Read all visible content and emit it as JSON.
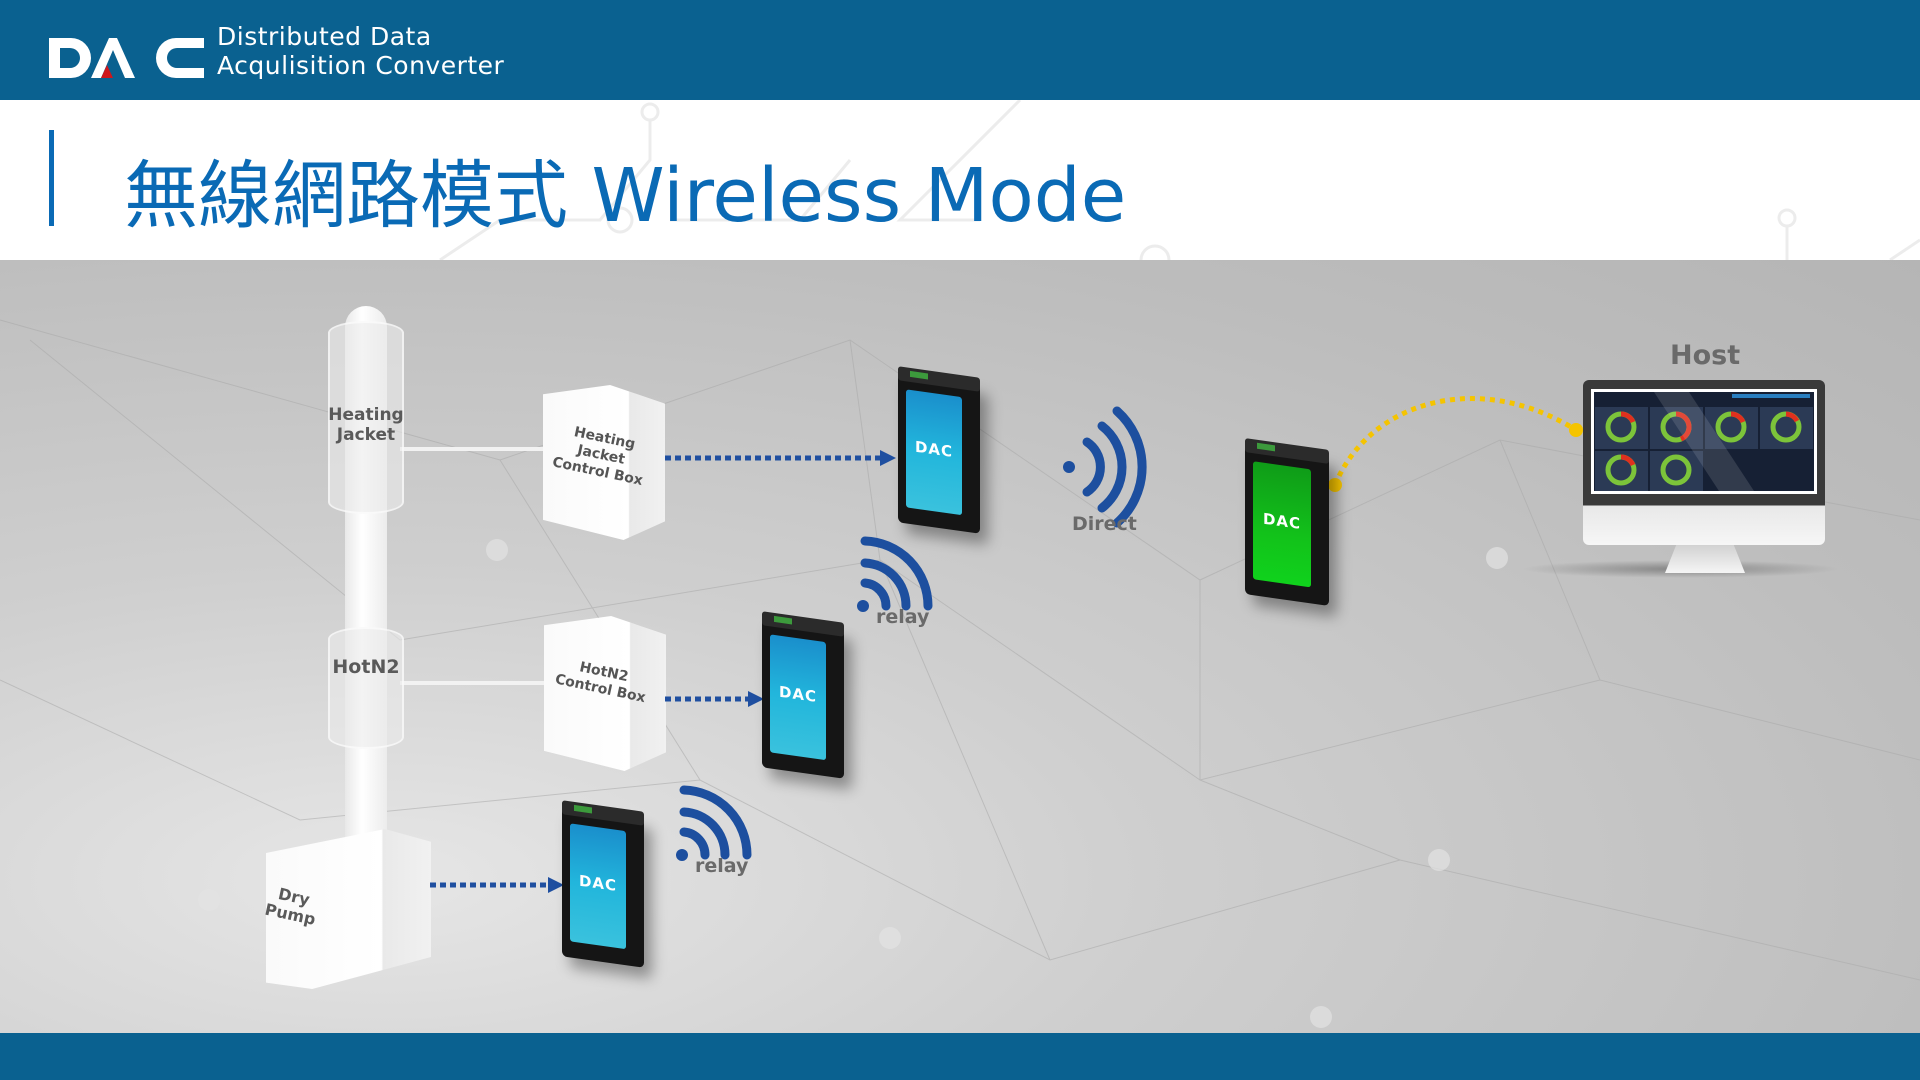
{
  "header": {
    "logo_text": "DAC",
    "subtitle_line1": "Distributed Data",
    "subtitle_line2": "Acqulisition Converter"
  },
  "title": "無線網路模式 Wireless Mode",
  "diagram": {
    "pipe_labels": {
      "heating_jacket": "Heating Jacket",
      "hotn2": "HotN2",
      "dry_pump": "Dry Pump"
    },
    "control_boxes": {
      "heating_jacket": "Heating Jacket Control Box",
      "hotn2": "HotN2 Control Box"
    },
    "device_logo": "DAC",
    "links": {
      "direct": "Direct",
      "relay1": "relay",
      "relay2": "relay"
    },
    "host_label": "Host"
  },
  "colors": {
    "brand_blue": "#0a6190",
    "title_blue": "#0a6ab5",
    "arrow_blue": "#1f4fa0",
    "wifi_blue": "#1d4f9f",
    "link_yellow": "#f5c400",
    "screen_cyan": "#1fb4d8",
    "screen_green": "#12c21a",
    "logo_red": "#d0161b"
  }
}
